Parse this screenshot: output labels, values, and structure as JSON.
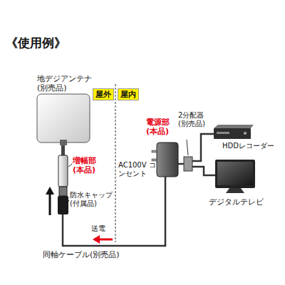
{
  "diagram": {
    "title": "《使用例》",
    "nodes": [
      {
        "text": [
          "屋外"
        ]
      },
      {
        "text": [
          "屋内"
        ]
      }
    ],
    "labels": [
      "地デジアンテナ (別売品)",
      "増幅部 (本品)",
      "防水キャップ (付属品)",
      "電源部 (本品)",
      "AC100V コンセント",
      "送電",
      "同軸ケーブル(別売品)",
      "2分配器 (別売品)",
      "HDDレコーダー",
      "デジタルテレビ"
    ]
  }
}
